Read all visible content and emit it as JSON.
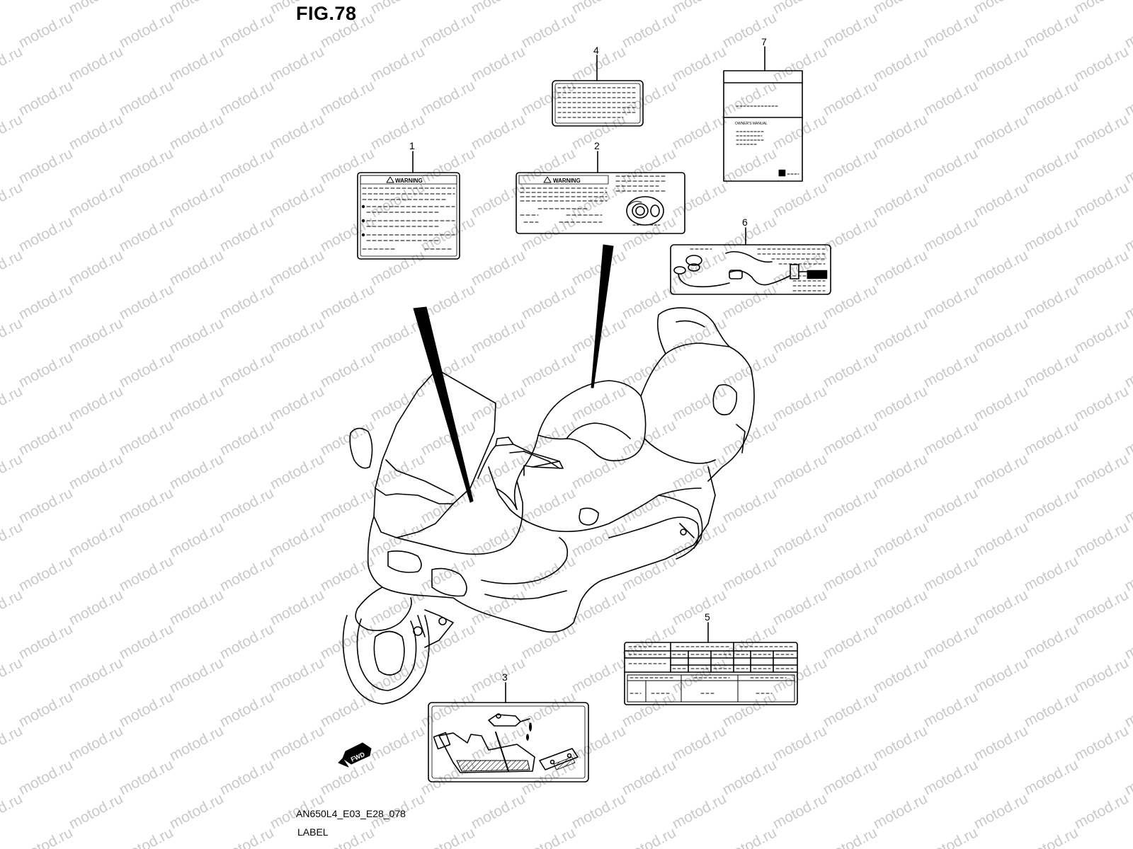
{
  "figure": {
    "title": "FIG.78",
    "code": "AN650L4_E03_E28_078",
    "label": "LABEL"
  },
  "watermark": {
    "text": "motod.ru"
  },
  "callouts": [
    "1",
    "2",
    "3",
    "4",
    "5",
    "6",
    "7"
  ],
  "labels": {
    "warning_text": "WARNING",
    "manual_title": "OWNER'S MANUAL",
    "fwd_text": "FWD"
  }
}
